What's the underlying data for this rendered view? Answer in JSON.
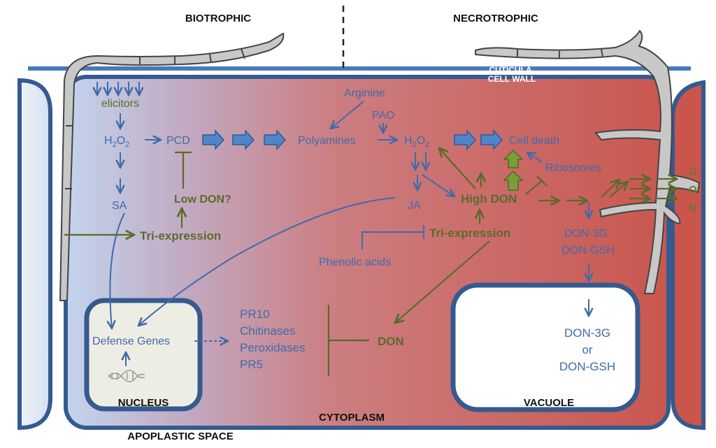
{
  "headers": {
    "biotrophic": "BIOTROPHIC",
    "necrotrophic": "NECROTROPHIC",
    "cuticula": "CUTICULA",
    "cell_wall": "CELL WALL",
    "nucleus": "NUCLEUS",
    "cytoplasm": "CYTOPLASM",
    "vacuole": "VACUOLE",
    "apoplastic_space": "APOPLASTIC SPACE"
  },
  "biotrophic_path": {
    "elicitors": "elicitors",
    "h2o2_base": "H",
    "h2o2_sub1": "2",
    "h2o2_mid": "O",
    "h2o2_sub2": "2",
    "pcd": "PCD",
    "sa": "SA",
    "low_don": "Low DON?",
    "tri_expression_left": "Tri-expression"
  },
  "necrotrophic_path": {
    "arginine": "Arginine",
    "pao": "PAO",
    "polyamines": "Polyamines",
    "cell_death": "Cell death",
    "ribosomes": "Ribosomes",
    "ja": "JA",
    "high_don": "High DON",
    "tri_expression_right": "Tri-expression",
    "phenolic_acids": "Phenolic acids",
    "don_3g": "DON-3G",
    "don_gsh": "DON-GSH"
  },
  "nucleus_content": {
    "defense_genes": "Defense Genes"
  },
  "defense_list": [
    "PR10",
    "Chitinases",
    "Peroxidases",
    "PR5"
  ],
  "don_center": "DON",
  "vacuole_content": {
    "don_3g": "DON-3G",
    "or": "or",
    "don_gsh": "DON-GSH"
  },
  "right_letters": [
    "D",
    "O",
    "N"
  ],
  "colors": {
    "blue_text": "#3f6bab",
    "green_text": "#5a6b2a",
    "cell_border": "#355a8f",
    "cytoplasm_left": "#b9cbe6",
    "cytoplasm_right": "#c9574f",
    "hypha_fill": "#c8c8c8"
  },
  "icons": [
    "dna-icon",
    "fungal-hypha-icon"
  ]
}
